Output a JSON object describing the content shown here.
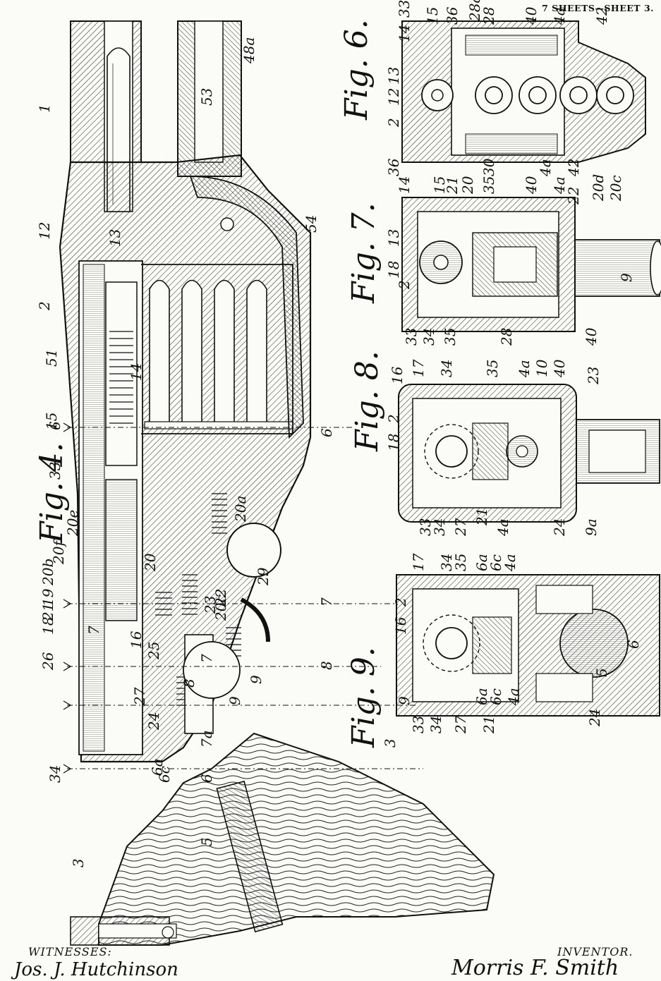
{
  "header": "7 SHEETS—SHEET 3.",
  "figures": {
    "fig4": "Fig. 4.",
    "fig6": "Fig. 6.",
    "fig7": "Fig. 7.",
    "fig8": "Fig. 8.",
    "fig9": "Fig. 9."
  },
  "refs_fig4": [
    "1",
    "12",
    "13",
    "2",
    "51",
    "15",
    "14",
    "33",
    "20e",
    "20f",
    "20b",
    "20",
    "19",
    "21",
    "18",
    "7",
    "26",
    "16",
    "22",
    "20c",
    "20a",
    "23",
    "25",
    "27",
    "8",
    "24",
    "7a",
    "7",
    "34",
    "9",
    "6a",
    "6c",
    "6",
    "5",
    "3",
    "9",
    "29",
    "3",
    "48a",
    "53",
    "54",
    "6",
    "6",
    "7",
    "8",
    "9"
  ],
  "refs_fig6": [
    "33",
    "14",
    "15",
    "36",
    "28a",
    "28",
    "40",
    "4a",
    "42",
    "13",
    "12",
    "2",
    "36",
    "30",
    "42",
    "4a"
  ],
  "refs_fig7": [
    "14",
    "15",
    "21",
    "35",
    "20",
    "40",
    "4a",
    "22",
    "20d",
    "20c",
    "13",
    "18",
    "2",
    "33",
    "34",
    "35",
    "28",
    "40",
    "9"
  ],
  "refs_fig8": [
    "17",
    "16",
    "34",
    "35",
    "23",
    "4a",
    "10",
    "40",
    "18",
    "2",
    "33",
    "34",
    "27",
    "21",
    "24",
    "4a",
    "9a"
  ],
  "refs_fig9": [
    "17",
    "34",
    "35",
    "6a",
    "6c",
    "4a",
    "16",
    "2",
    "6",
    "5",
    "33",
    "34",
    "27",
    "21",
    "24",
    "6a",
    "6c",
    "4a"
  ],
  "footer": {
    "witnesses_label": "WITNESSES:",
    "inventor_label": "INVENTOR.",
    "witness_signature": "Jos. J. Hutchinson",
    "inventor_signature": "Morris F. Smith"
  }
}
